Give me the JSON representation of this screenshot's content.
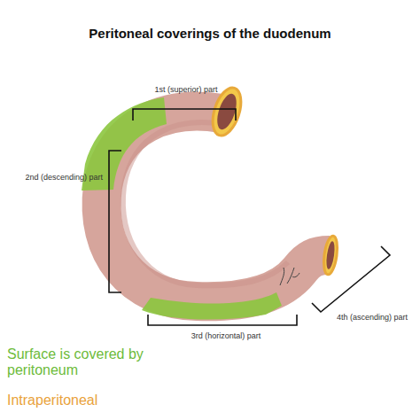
{
  "diagram": {
    "title": "Peritoneal coverings of the duodenum",
    "labels": [
      "1st (superior) part",
      "2nd (descending) part",
      "3rd (horizontal) part",
      "4th (ascending) part"
    ],
    "legend": [
      {
        "text": "Surface is covered by peritoneum",
        "color": "#6dbb3a"
      },
      {
        "text": "Intraperitoneal",
        "color": "#e9a23b"
      }
    ]
  }
}
